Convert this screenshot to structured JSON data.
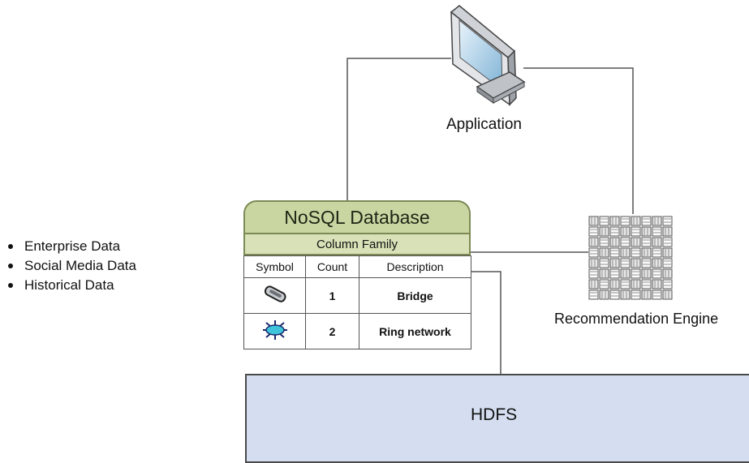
{
  "bullets": [
    "Enterprise Data",
    "Social Media Data",
    "Historical Data"
  ],
  "application": {
    "label": "Application"
  },
  "nosql": {
    "title": "NoSQL Database",
    "subtitle": "Column Family",
    "columns": [
      "Symbol",
      "Count",
      "Description"
    ],
    "rows": [
      {
        "symbol": "bridge-icon",
        "count": "1",
        "description": "Bridge"
      },
      {
        "symbol": "ring-network-icon",
        "count": "2",
        "description": "Ring network"
      }
    ]
  },
  "recommendation": {
    "label": "Recommendation Engine"
  },
  "hdfs": {
    "label": "HDFS"
  },
  "colors": {
    "table_header": "#c9d6a2",
    "hdfs_fill": "#d4def0",
    "line": "#555555"
  }
}
